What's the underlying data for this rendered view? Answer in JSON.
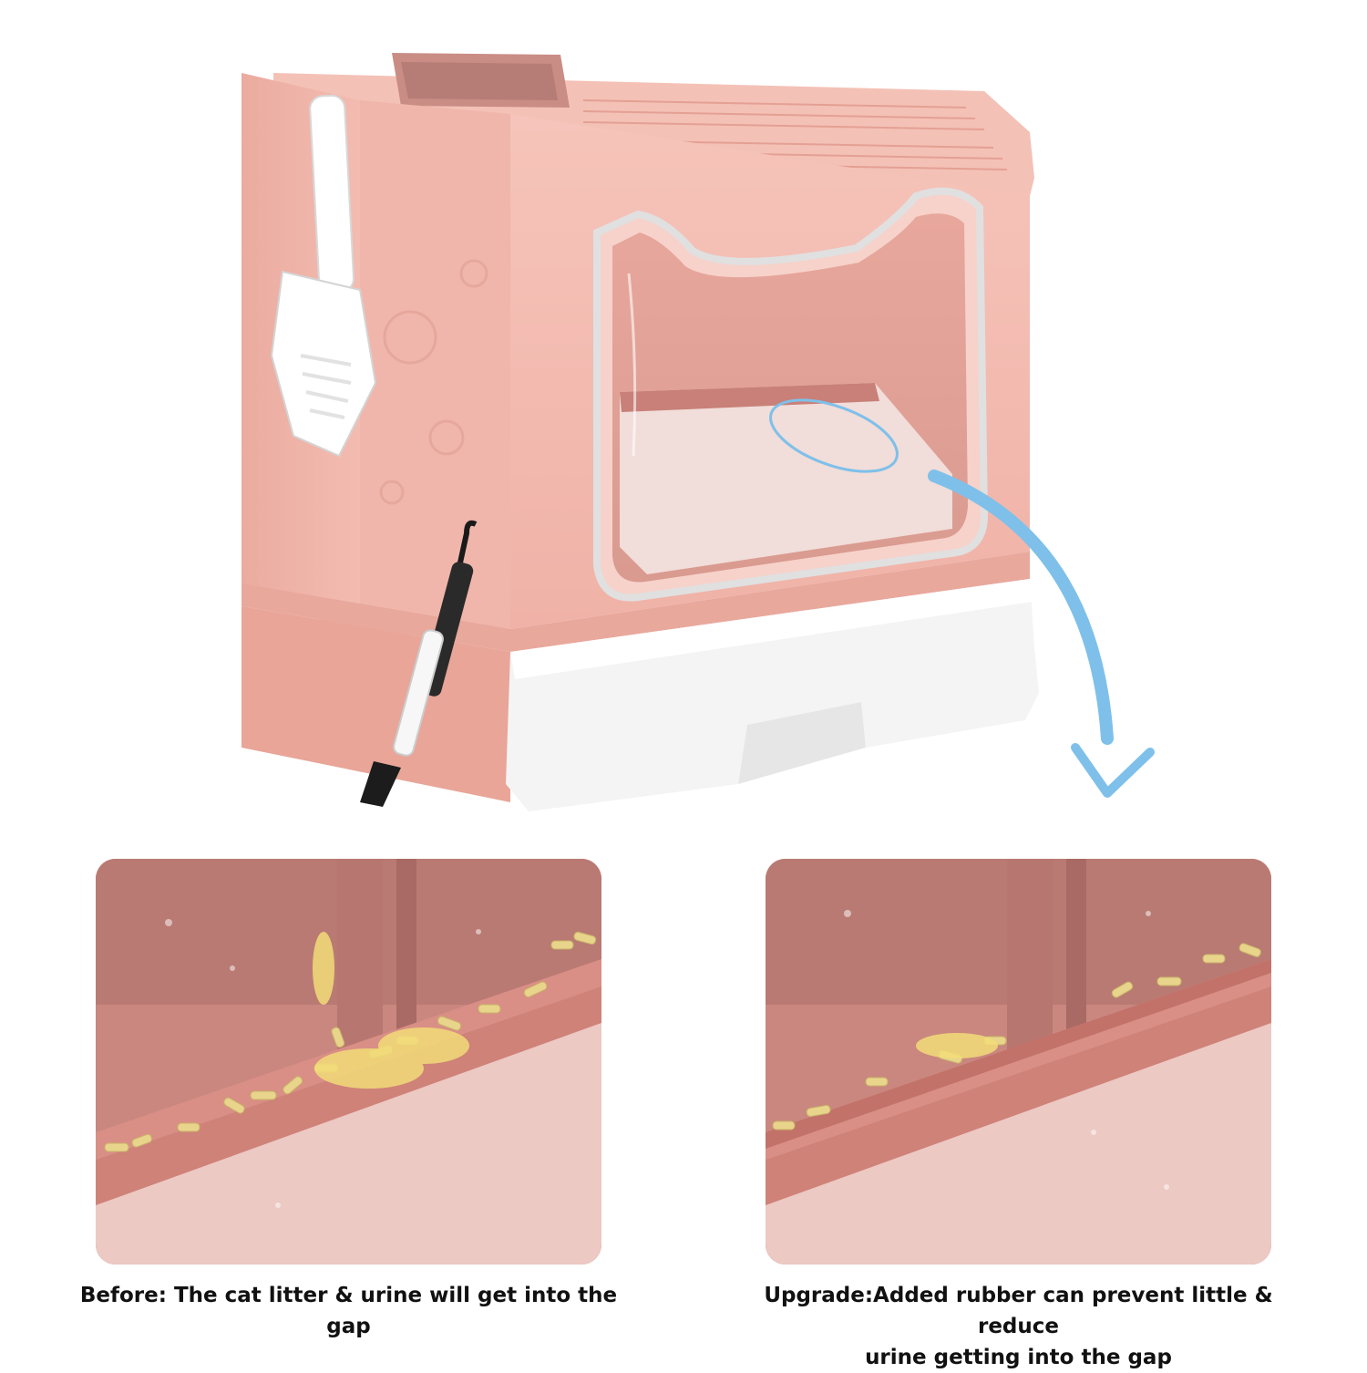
{
  "captions": {
    "before": "Before: The cat litter & urine will get into the gap",
    "after_line1": "Upgrade:Added rubber can prevent little & reduce",
    "after_line2": "urine getting into the gap"
  },
  "colors": {
    "body_pink": "#f2b8ad",
    "accent_blue": "#7ec0ea",
    "rubber_pink": "#cf8278",
    "litter_yellow": "#e8d48a"
  },
  "icons": [
    "litter-scoop-icon",
    "cleaning-brush-icon",
    "blue-arrow-icon",
    "highlight-ellipse-icon"
  ]
}
